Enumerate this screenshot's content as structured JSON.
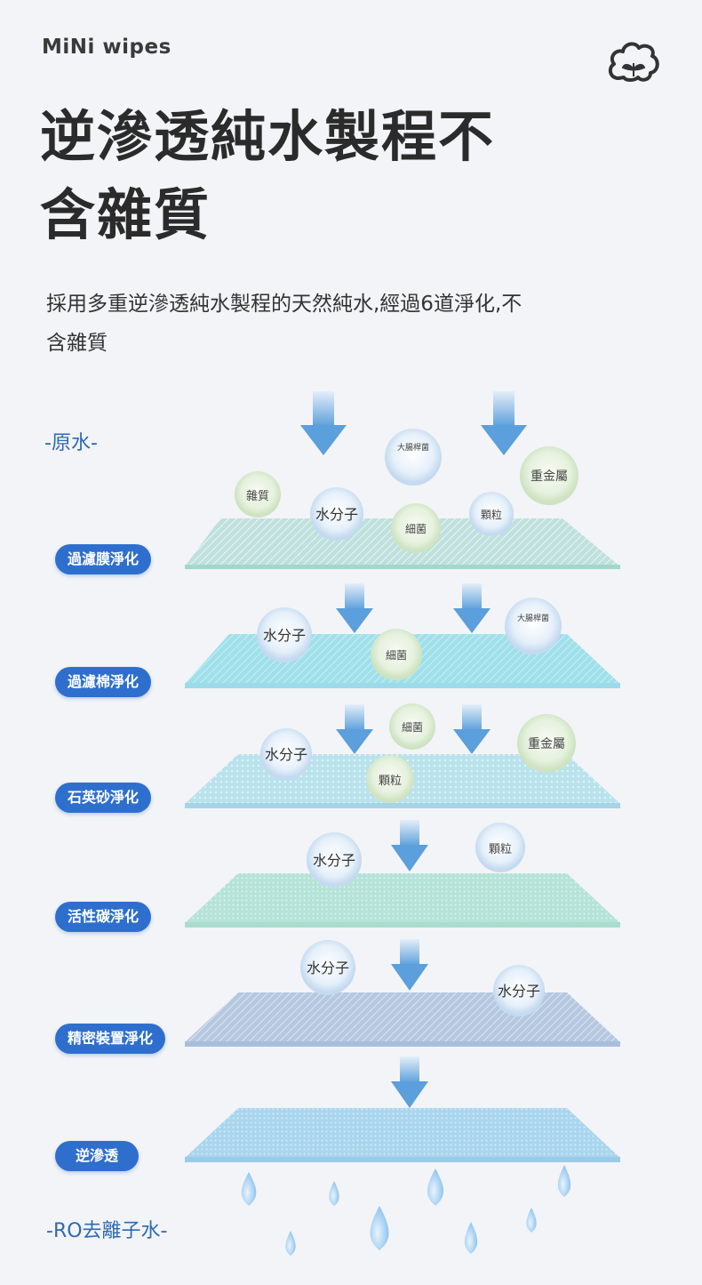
{
  "header": {
    "brand": "MiNi wipes",
    "logo_icon": "cotton-flower-icon"
  },
  "title": {
    "line1": "逆滲透純水製程不",
    "line2": "含雜質"
  },
  "description": {
    "line1": "採用多重逆滲透純水製程的天然純水,經過6道淨化,不",
    "line2": "含雜質"
  },
  "source_label": "-原水-",
  "output_label": "-RO去離子水-",
  "stages": [
    {
      "label": "過濾膜淨化"
    },
    {
      "label": "過濾棉淨化"
    },
    {
      "label": "石英砂淨化"
    },
    {
      "label": "活性碳淨化"
    },
    {
      "label": "精密裝置淨化"
    },
    {
      "label": "逆滲透"
    }
  ],
  "particles": {
    "water": "水分子",
    "ecoli": "大腸桿菌",
    "heavy_metal": "重金屬",
    "impurity": "雜質",
    "bacteria": "細菌",
    "granule": "顆粒"
  },
  "colors": {
    "accent": "#2e6fce",
    "label_blue": "#2d6ab3",
    "arrow": "#6aa8e0"
  }
}
